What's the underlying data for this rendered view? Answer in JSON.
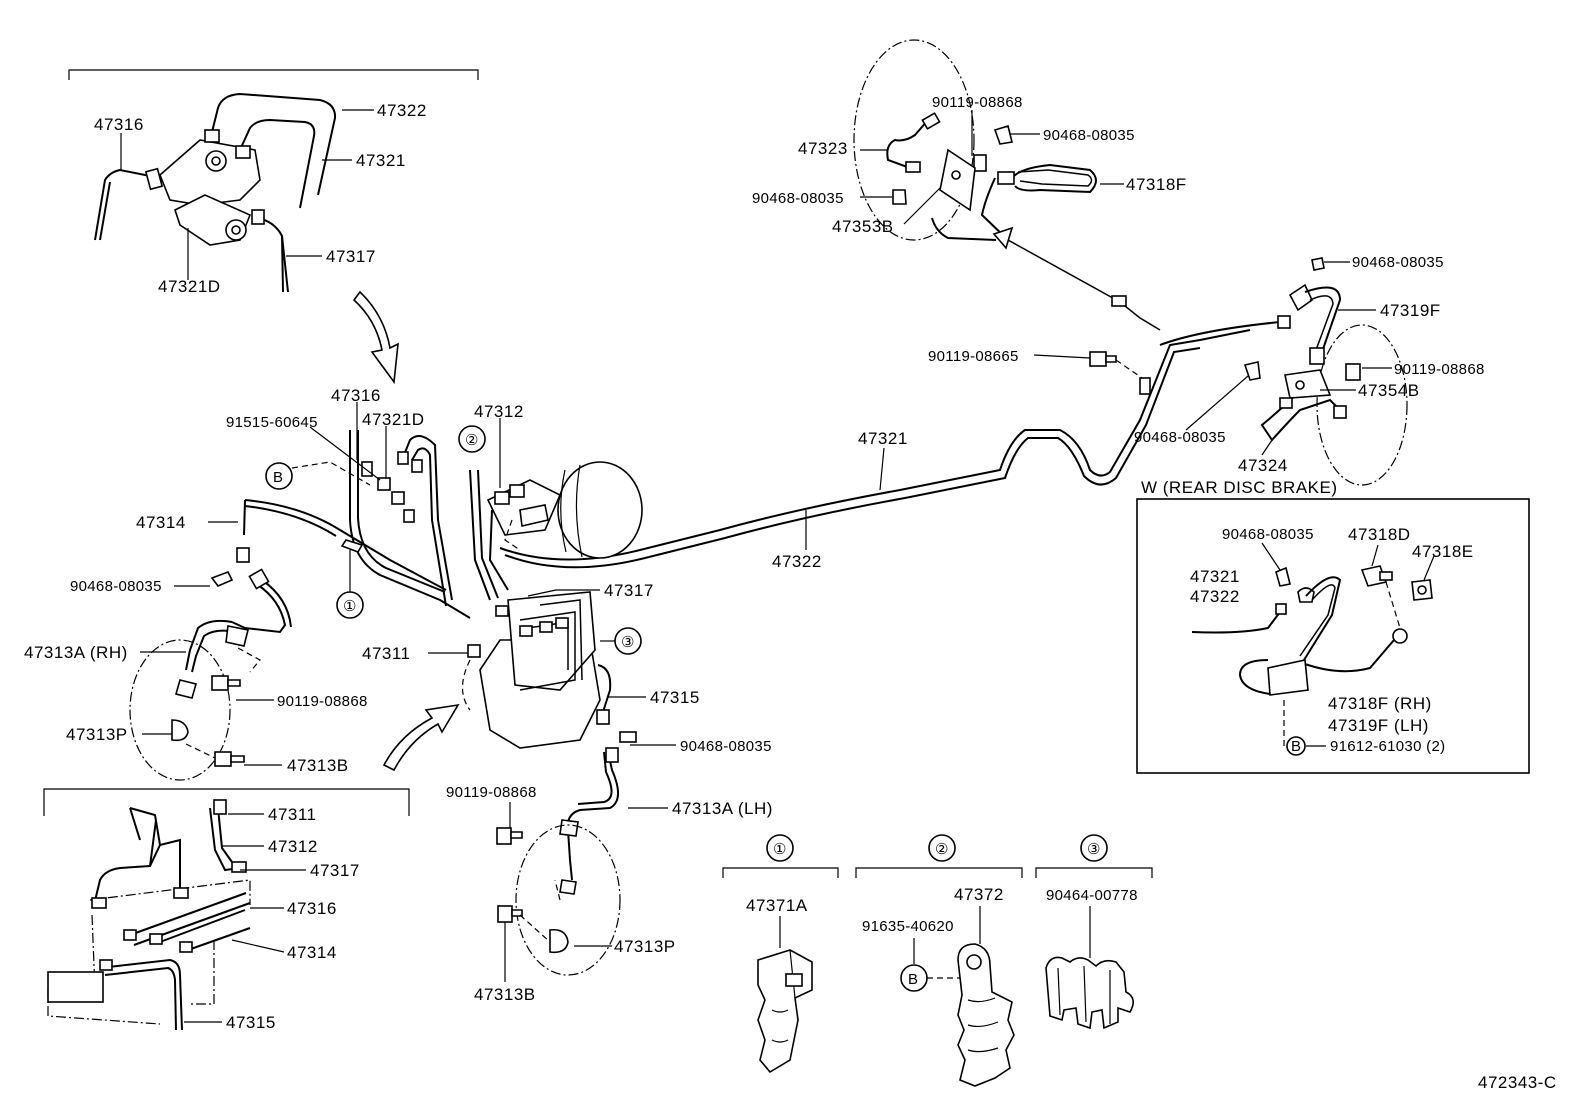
{
  "labels": {
    "inset_tl": {
      "p47316": "47316",
      "p47322": "47322",
      "p47321": "47321",
      "p47317": "47317",
      "p47321d": "47321D"
    },
    "main": {
      "p47316": "47316",
      "p91515": "91515-60645",
      "p47321d": "47321D",
      "p47312": "47312",
      "p47314": "47314",
      "p90468_a": "90468-08035",
      "p47313a_rh": "47313A (RH)",
      "p90119_a": "90119-08868",
      "p47313p_a": "47313P",
      "p47313b_a": "47313B",
      "p47311": "47311",
      "p47317": "47317",
      "p47315": "47315",
      "p90468_b": "90468-08035",
      "p90119_b": "90119-08868",
      "p47313a_lh": "47313A (LH)",
      "p47313p_b": "47313P",
      "p47313b_b": "47313B",
      "p47321": "47321",
      "p47322": "47322"
    },
    "top_right": {
      "p90119_c": "90119-08868",
      "p90468_c": "90468-08035",
      "p47323": "47323",
      "p47318f": "47318F",
      "p90468_d": "90468-08035",
      "p47353b": "47353B",
      "p90468_e": "90468-08035",
      "p47319f": "47319F",
      "p90119_d": "90119-08665",
      "p90119_e": "90119-08868",
      "p47354b": "47354B",
      "p90468_f": "90468-08035",
      "p47324": "47324"
    },
    "rear_disc": {
      "title": "W (REAR DISC BRAKE)",
      "p90468": "90468-08035",
      "p47318d": "47318D",
      "p47318e": "47318E",
      "p47321": "47321",
      "p47322": "47322",
      "p47318f_rh": "47318F (RH)",
      "p47319f_lh": "47319F (LH)",
      "p91612": "91612-61030 (2)",
      "b_marker": "B"
    },
    "inset_bl": {
      "p47311": "47311",
      "p47312": "47312",
      "p47317": "47317",
      "p47316": "47316",
      "p47314": "47314",
      "p47315": "47315"
    },
    "clamps": {
      "c1_num": "①",
      "c1_part": "47371A",
      "c2_num": "②",
      "c2_part": "47372",
      "c2_bolt": "91635-40620",
      "c2_marker": "B",
      "c3_num": "③",
      "c3_part": "90464-00778"
    },
    "markers": {
      "b_main": "B",
      "circle1": "①",
      "circle2": "②",
      "circle3": "③"
    },
    "figure_id": "472343-C"
  }
}
